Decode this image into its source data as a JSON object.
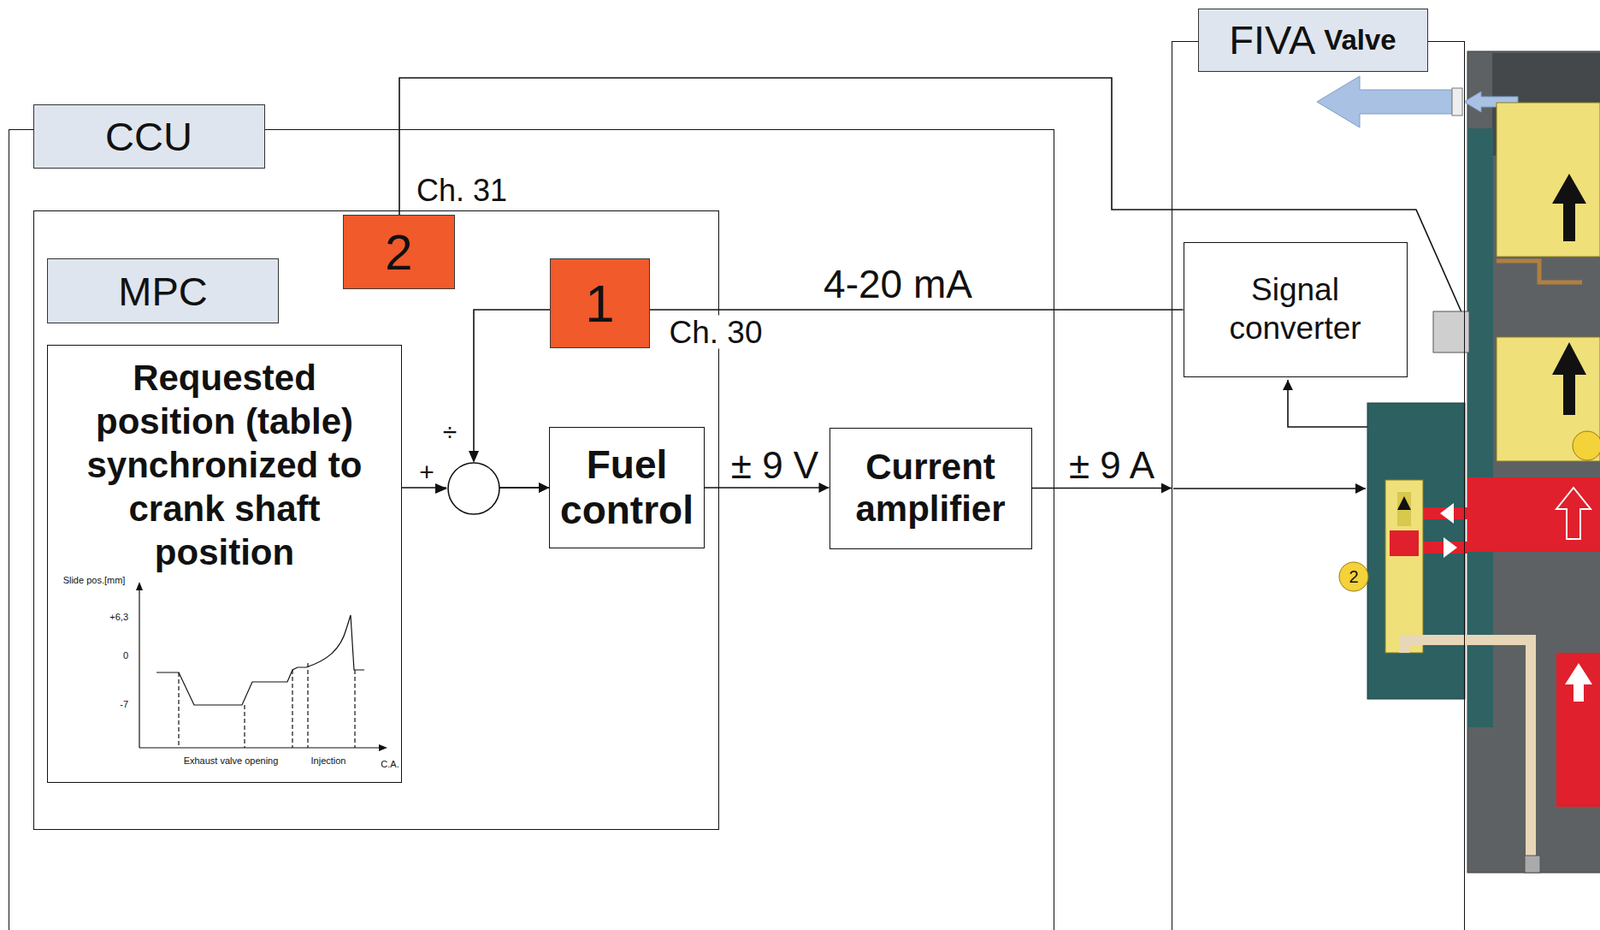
{
  "diagram": {
    "nodes": [
      {
        "text": [
          "CCU"
        ]
      },
      {
        "text": [
          "MPC"
        ],
        "in": 0
      },
      {
        "text": [
          "2"
        ],
        "in": 1
      },
      {
        "text": [
          "1"
        ],
        "in": 1
      },
      {
        "text": [
          "Requested position (table) synchronized to crank shaft position"
        ],
        "in": 1
      },
      {
        "text": [
          "Fuel control"
        ],
        "in": 1
      },
      {
        "text": [
          "Current amplifier"
        ],
        "in": 0
      },
      {
        "text": [
          "FIVA",
          "Valve"
        ]
      },
      {
        "text": [
          "Signal converter"
        ],
        "in": 7
      }
    ],
    "edges": [
      {
        "from": 8,
        "to": 3,
        "arrow": "none",
        "label": "4-20 mA"
      },
      {
        "from": 3,
        "to": 5,
        "arrow": "to"
      },
      {
        "from": 4,
        "to": 5,
        "arrow": "to"
      },
      {
        "from": 5,
        "to": 6,
        "arrow": "to",
        "label": "± 9 V"
      },
      {
        "from": 6,
        "to": 7,
        "arrow": "to",
        "label": "± 9 A"
      }
    ],
    "labels": [
      "Ch. 31",
      "Ch. 30",
      "÷",
      "+",
      "Slide pos.[mm]",
      "+6,3",
      "0",
      "-7",
      "Exhaust valve opening",
      "Injection",
      "C.A.",
      "2"
    ]
  }
}
